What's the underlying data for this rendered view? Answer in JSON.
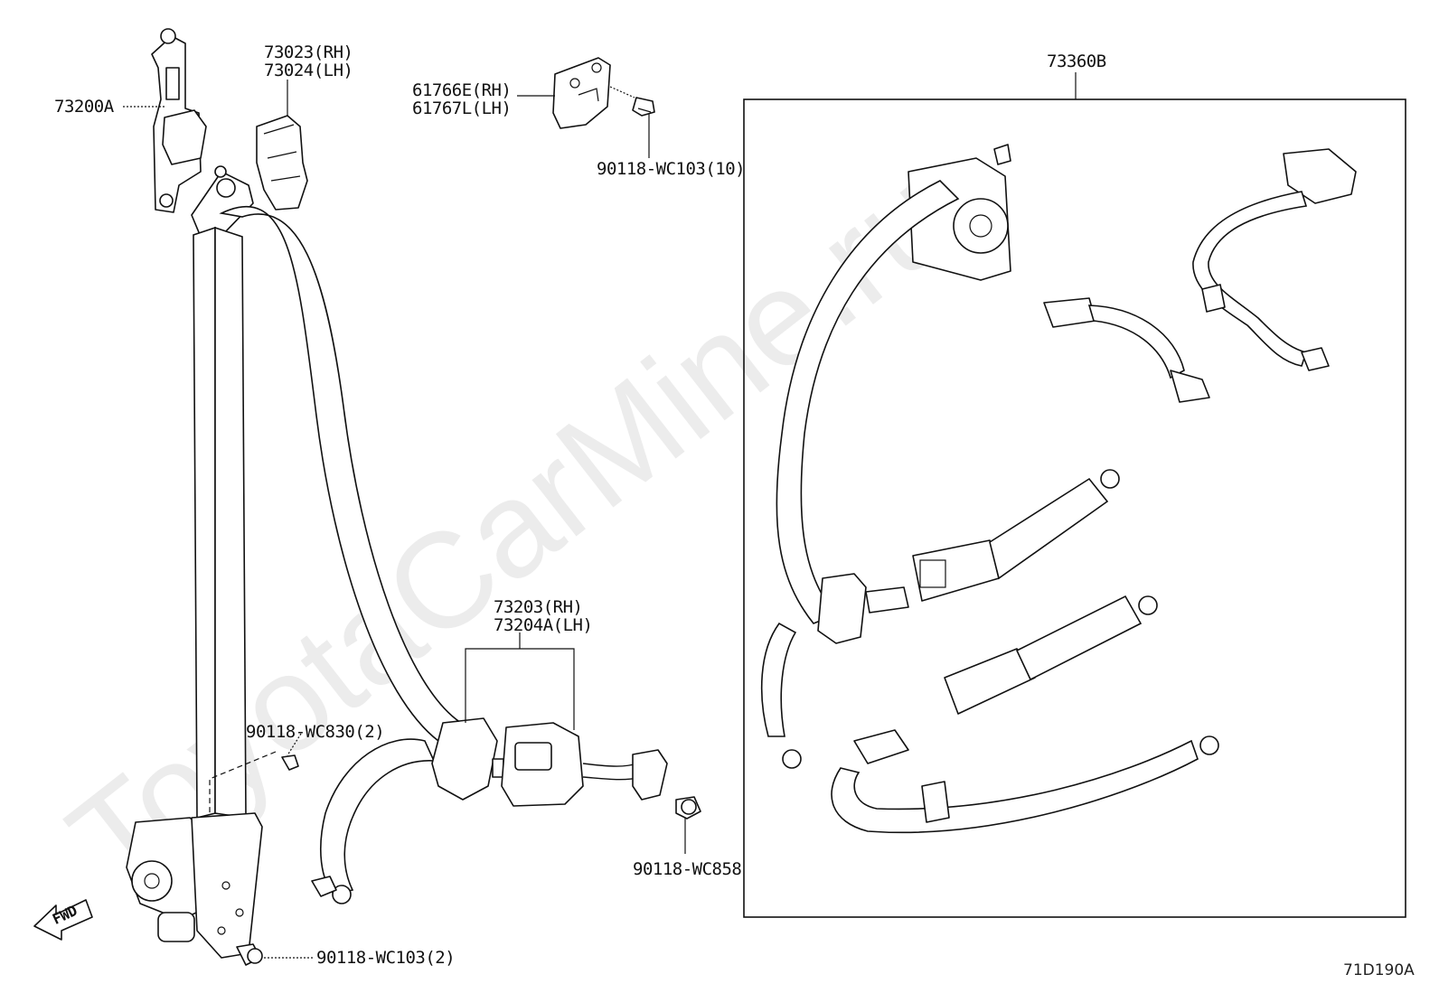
{
  "labels": {
    "p73200a": "73200A",
    "p73023_rh": "73023(RH)",
    "p73024_lh": "73024(LH)",
    "p61766e_rh": "61766E(RH)",
    "p61767l_lh": "61767L(LH)",
    "p90118_wc103_10": "90118-WC103(10)",
    "p73360b": "73360B",
    "p73203_rh": "73203(RH)",
    "p73204a_lh": "73204A(LH)",
    "p90118_wc830_2": "90118-WC830(2)",
    "p90118_wc858": "90118-WC858",
    "p90118_wc103_2": "90118-WC103(2)",
    "fwd": "FWD"
  },
  "diagram_id": "71D190A",
  "watermark": "ToyotaCarMine.ru",
  "colors": {
    "line": "#111111",
    "background": "#ffffff",
    "watermark": "#e8e8e8"
  },
  "icons": {
    "direction_arrow": "fwd-arrow-icon"
  }
}
